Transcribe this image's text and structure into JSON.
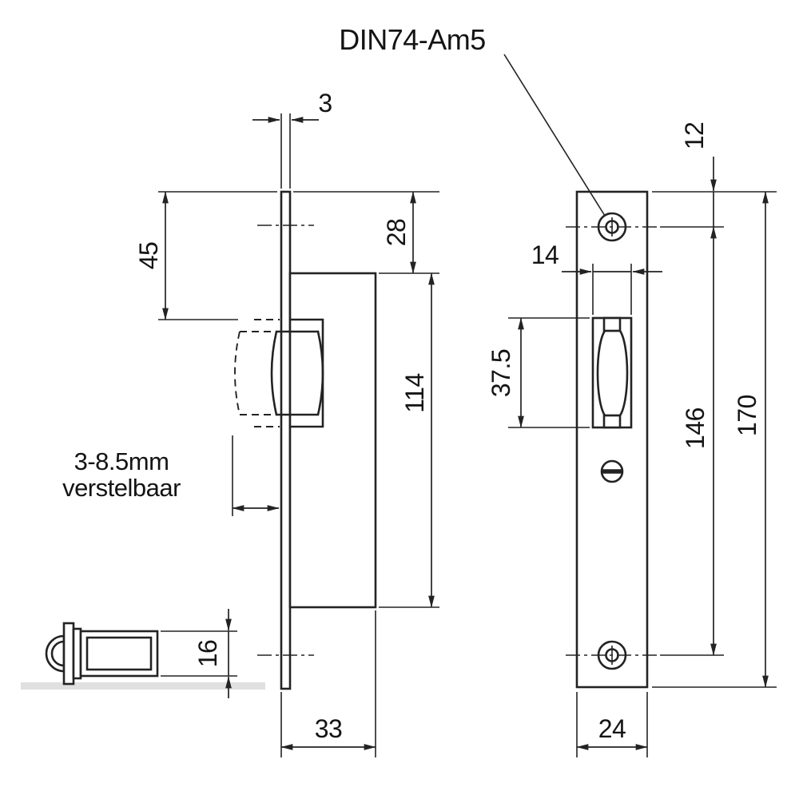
{
  "drawing": {
    "callouts": {
      "din_spec": "DIN74-Am5",
      "adjustable_line1": "3-8.5mm",
      "adjustable_line2": "verstelbaar"
    },
    "side_view": {
      "plate_thickness": "3",
      "top_to_roller": "45",
      "top_to_body": "28",
      "body_height": "114",
      "bolt_height": "16",
      "body_depth": "33"
    },
    "front_view": {
      "top_hole_offset": "12",
      "cutout_width": "14",
      "roller_length": "37.5",
      "hole_spacing": "146",
      "plate_length": "170",
      "plate_width": "24"
    }
  }
}
